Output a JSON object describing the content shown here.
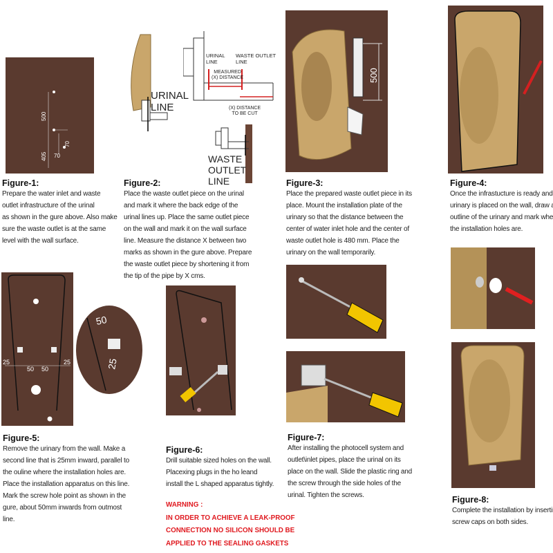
{
  "figures": [
    {
      "title": "Figure-1:",
      "lines": [
        "Prepare the water inlet and waste",
        "outlet infrastructure of the urinal",
        "as shown in the gure above. Also make",
        "sure the waste outlet is at the same",
        "level with the wall surface."
      ],
      "dims": [
        "500",
        "405",
        "70",
        "70"
      ]
    },
    {
      "title": "Figure-2:",
      "lines": [
        "Place the waste outlet piece on the urinal",
        "and mark it where the back edge of the",
        "urinal lines up. Place the same outlet piece",
        "on the wall and mark it on the wall surface",
        "line. Measure the distance X between two",
        "marks as shown in the gure above. Prepare",
        "the waste outlet piece by shortening it from",
        "the tip of the pipe by X cms."
      ],
      "labels": {
        "urinal_line_big": [
          "URINAL",
          "LINE"
        ],
        "urinal_line": [
          "URINAL",
          "LINE"
        ],
        "waste_outlet_line": [
          "WASTE OUTLET",
          "LINE"
        ],
        "measured": [
          "MEASURED",
          "(X) DISTANCE"
        ],
        "to_cut": [
          "(X) DISTANCE",
          "TO BE CUT"
        ],
        "waste_outlet_big": [
          "WASTE",
          "OUTLET",
          "LINE"
        ]
      }
    },
    {
      "title": "Figure-3:",
      "lines": [
        "Place the prepared waste outlet piece in its",
        "place. Mount the installation plate of the",
        "urinary so that the distance between the",
        "center of water inlet hole and the center of",
        "waste outlet hole is 480 mm. Place the",
        "urinary on the wall temporarily."
      ],
      "dims": [
        "500"
      ]
    },
    {
      "title": "Figure-4:",
      "lines": [
        "Once the infrastucture is ready and the",
        "urinary is placed on the wall, draw an",
        "outline of the urinary and mark where",
        "the installation holes are."
      ]
    },
    {
      "title": "Figure-5:",
      "lines": [
        "Remove the urinary from the wall. Make a",
        "second line that is 25mm inward, parallel to",
        "the ouline where the installation holes are.",
        "Place the installation apparatus on this line.",
        "Mark the screw hole point as shown in the",
        "gure, about 50mm inwards from outmost",
        "line."
      ],
      "dims": [
        "25",
        "50",
        "50",
        "25",
        "50",
        "25"
      ]
    },
    {
      "title": "Figure-6:",
      "lines": [
        "Drill suitable sized holes on the wall.",
        "Placexing plugs in the ho leand",
        " install the L shaped apparatus tightly."
      ],
      "warning": {
        "heading": "WARNING :",
        "lines": [
          "IN ORDER TO ACHIEVE A LEAK-PROOF",
          "CONNECTION NO SILICON SHOULD BE",
          "APPLIED TO THE SEALING GASKETS"
        ]
      }
    },
    {
      "title": "Figure-7:",
      "lines": [
        "After installing the photocell system and",
        "outlet\\inlet pipes, place the urinal on its",
        "place on the wall. Slide the plastic ring and",
        "the screw through the side holes of the",
        "urinal. Tighten the screws."
      ]
    },
    {
      "title": "Figure-8:",
      "lines": [
        "Complete the installation by inserting",
        "screw caps on both sides."
      ]
    }
  ],
  "colors": {
    "wall": "#5a3a2f",
    "ceramic": "#c9a66b",
    "warning": "#e0191f",
    "arrow": "#d42020"
  }
}
